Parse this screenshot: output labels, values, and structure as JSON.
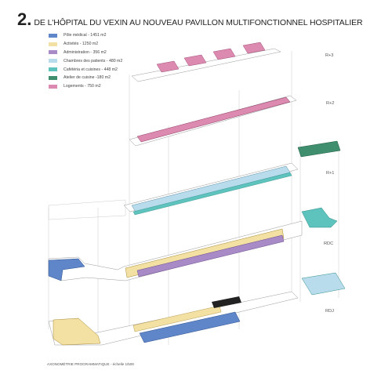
{
  "header": {
    "number": "2.",
    "title": "DE L'HÔPITAL DU VEXIN AU NOUVEAU PAVILLON MULTIFONCTIONNEL HOSPITALIER"
  },
  "legend": [
    {
      "label": "Pôle médical - 1451 m2",
      "color": "#5f86c9"
    },
    {
      "label": "Activités - 1250 m2",
      "color": "#f3e0a3"
    },
    {
      "label": "Administration - 356 m2",
      "color": "#a78ac6"
    },
    {
      "label": "Chambres des patients - 480 m2",
      "color": "#b9dced"
    },
    {
      "label": "Cafétéria et cuisines - 448 m2",
      "color": "#5ec3bd"
    },
    {
      "label": "Atelier de cuisine -180 m2",
      "color": "#3f8f6f"
    },
    {
      "label": "Logements - 750  m2",
      "color": "#dd8ab0"
    }
  ],
  "levels": [
    "R+3",
    "R+2",
    "R+1",
    "RDC",
    "RDJ"
  ],
  "caption": "AXONOMÉTRIE PROGRAMMATIQUE - échelle 1/500"
}
